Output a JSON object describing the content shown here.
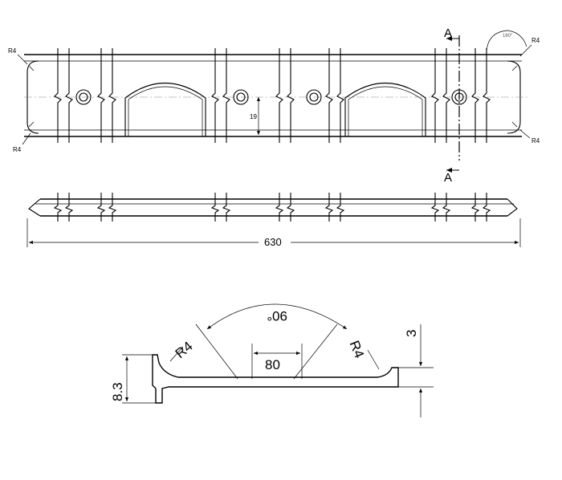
{
  "drawing": {
    "top_view": {
      "corner_radius_top_left": "R4",
      "corner_radius_bottom_left": "R4",
      "corner_radius_top_right": "R4",
      "corner_radius_bottom_right": "R4",
      "hole_offset_dim": "19",
      "angle_note": "160°",
      "section_mark_top": "A",
      "section_mark_bottom": "A"
    },
    "side_view": {
      "overall_length": "630"
    },
    "section_view": {
      "radius_left": "R4",
      "radius_right": "R4",
      "angle": "90°",
      "base_width": "80",
      "height": "8.3",
      "lip_height": "3"
    }
  }
}
